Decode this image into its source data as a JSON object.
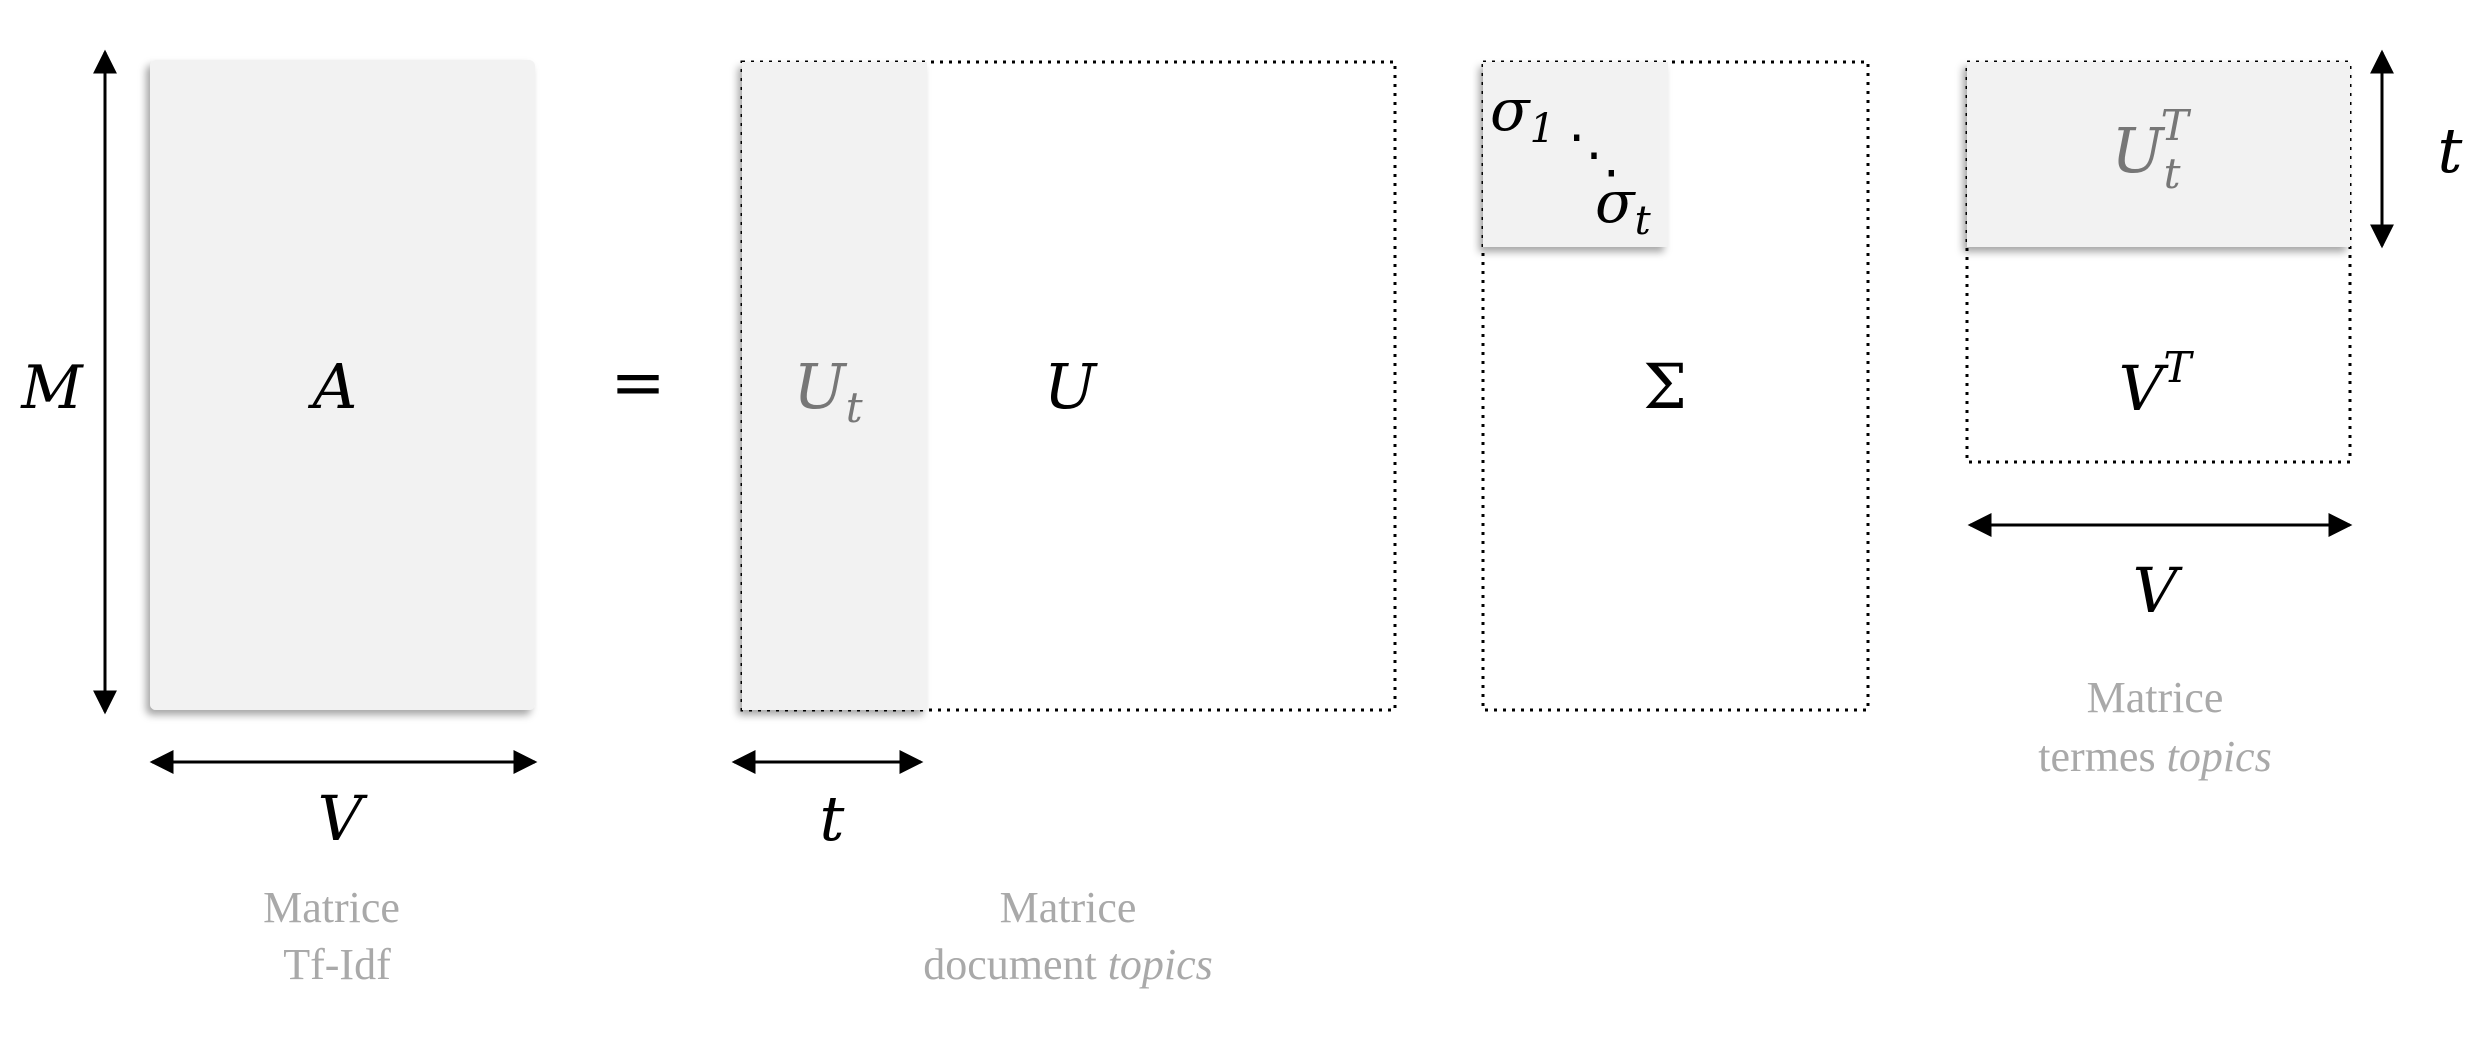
{
  "colors": {
    "shade": "#f2f2f2",
    "ink": "#000000",
    "subscript_grey": "#777777",
    "caption_grey": "#a9a9a9"
  },
  "matrix_A": {
    "label": "A",
    "dim_rows": "M",
    "dim_cols": "V",
    "caption_line1": "Matrice",
    "caption_line2": "Tf-Idf"
  },
  "equals": "=",
  "matrix_U": {
    "label": "U",
    "sub_base": "U",
    "sub_index": "t",
    "dim_cols": "t",
    "caption_line1": "Matrice",
    "caption_line2_plain": "document ",
    "caption_line2_italic": "topics"
  },
  "matrix_Sigma": {
    "label": "Σ",
    "diag_first_base": "σ",
    "diag_first_index": "1",
    "diag_dots": "⋱",
    "diag_last_base": "σ",
    "diag_last_index": "t"
  },
  "matrix_VT": {
    "label_base": "V",
    "label_sup": "T",
    "sub_base": "U",
    "sub_index": "t",
    "sub_sup": "T",
    "dim_rows": "t",
    "dim_cols": "V",
    "caption_line1": "Matrice",
    "caption_line2_plain": "termes ",
    "caption_line2_italic": "topics"
  }
}
